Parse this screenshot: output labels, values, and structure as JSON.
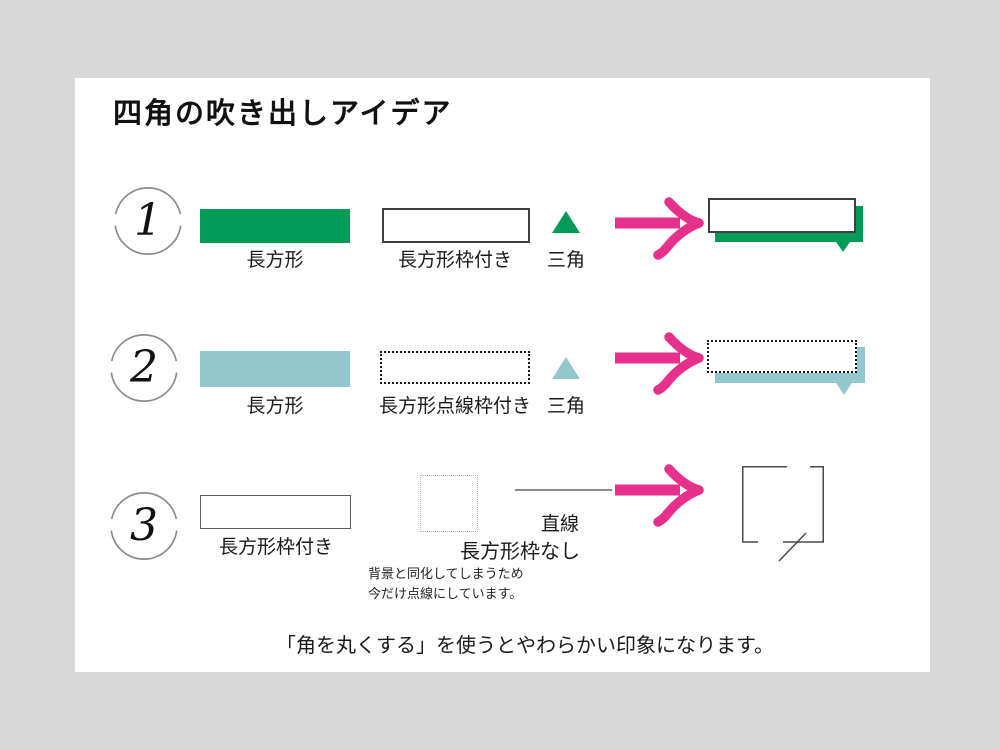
{
  "title": "四角の吹き出しアイデア",
  "footer": "「角を丸くする」を使うとやわらかい印象になります。",
  "colors": {
    "background": "#d8d8d8",
    "card": "#ffffff",
    "green": "#009b57",
    "teal": "#92c8cd",
    "pink": "#e7308c",
    "dark_border": "#3f3f3f",
    "gray_stroke": "#8c8c8c"
  },
  "rows": [
    {
      "number": "1",
      "label_rect": "長方形",
      "label_rect2": "長方形枠付き",
      "label_triangle": "三角"
    },
    {
      "number": "2",
      "label_rect": "長方形",
      "label_rect2": "長方形点線枠付き",
      "label_triangle": "三角"
    },
    {
      "number": "3",
      "label_rect": "長方形枠付き",
      "label_rect2": "長方形枠なし",
      "note_line1": "背景と同化してしまうため",
      "note_line2": "今だけ点線にしています。",
      "label_line": "直線"
    }
  ]
}
